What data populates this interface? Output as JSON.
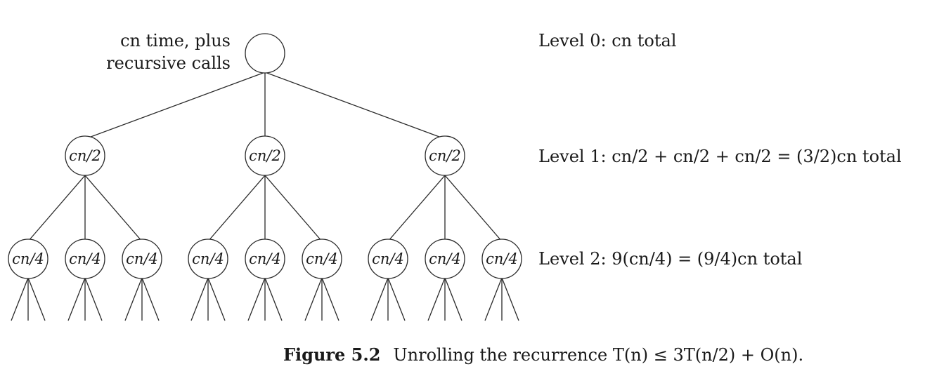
{
  "root_note": {
    "line1": "cn time, plus",
    "line2": "recursive calls"
  },
  "nodes": {
    "level1_label": "cn/2",
    "level2_label": "cn/4"
  },
  "levels": [
    "Level 0: cn total",
    "Level 1: cn/2 + cn/2 + cn/2 = (3/2)cn total",
    "Level 2: 9(cn/4) = (9/4)cn total"
  ],
  "caption": {
    "label": "Figure 5.2",
    "text": "Unrolling the recurrence T(n) ≤ 3T(n/2) + O(n)."
  }
}
